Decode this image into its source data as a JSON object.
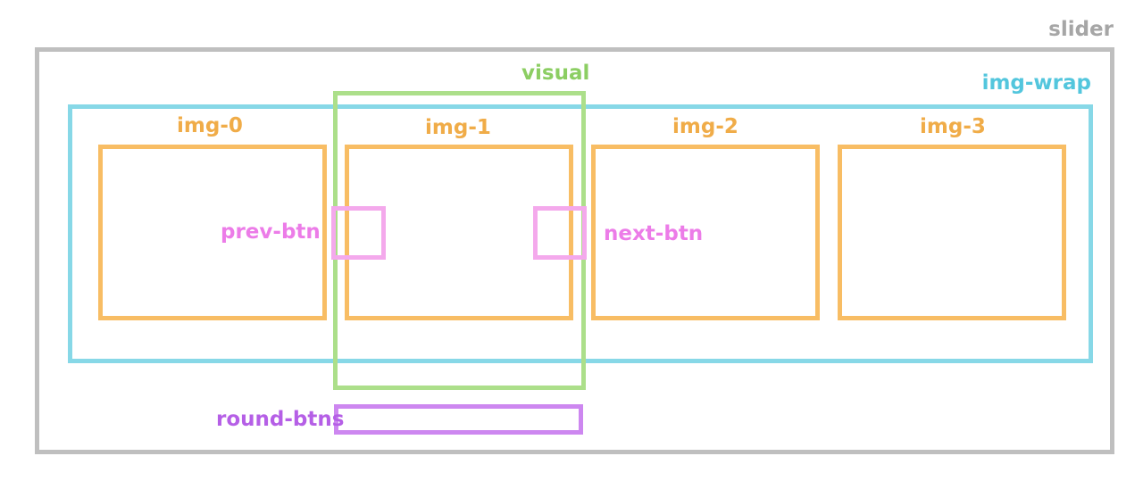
{
  "labels": {
    "slider": "slider",
    "img_wrap": "img-wrap",
    "visual": "visual",
    "images": [
      "img-0",
      "img-1",
      "img-2",
      "img-3"
    ],
    "prev_btn": "prev-btn",
    "next_btn": "next-btn",
    "round_btns": "round-btns"
  },
  "colors": {
    "slider": "#bfbfbf",
    "img_wrap": "#87d8e7",
    "visual": "#acdf8a",
    "images": "#f8bd64",
    "buttons": "#f4a9ec",
    "round_btns": "#cd87f0"
  }
}
